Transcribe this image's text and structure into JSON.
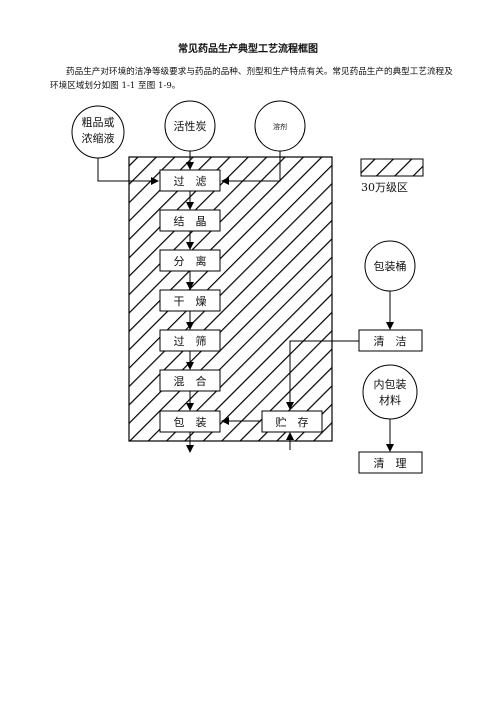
{
  "document": {
    "title": "常见药品生产典型工艺流程框图",
    "intro": "药品生产对环境的洁净等级要求与药品的品种、剂型和生产特点有关。常见药品生产的典型工艺流程及环境区域划分如图 1-1 至图 1-9。"
  },
  "diagram": {
    "inputs": {
      "crude": [
        "粗品或",
        "浓缩液"
      ],
      "carbon": "活性炭",
      "solvent": "溶剂",
      "bucket": "包装桶",
      "inner_pack": [
        "内包装",
        "材料"
      ]
    },
    "steps": [
      "过　滤",
      "结　晶",
      "分　离",
      "干　燥",
      "过　筛",
      "混　合",
      "包　装"
    ],
    "storage": "贮　存",
    "clean_1": "清　洁",
    "clean_2": "清　理",
    "legend": "30万级区"
  }
}
